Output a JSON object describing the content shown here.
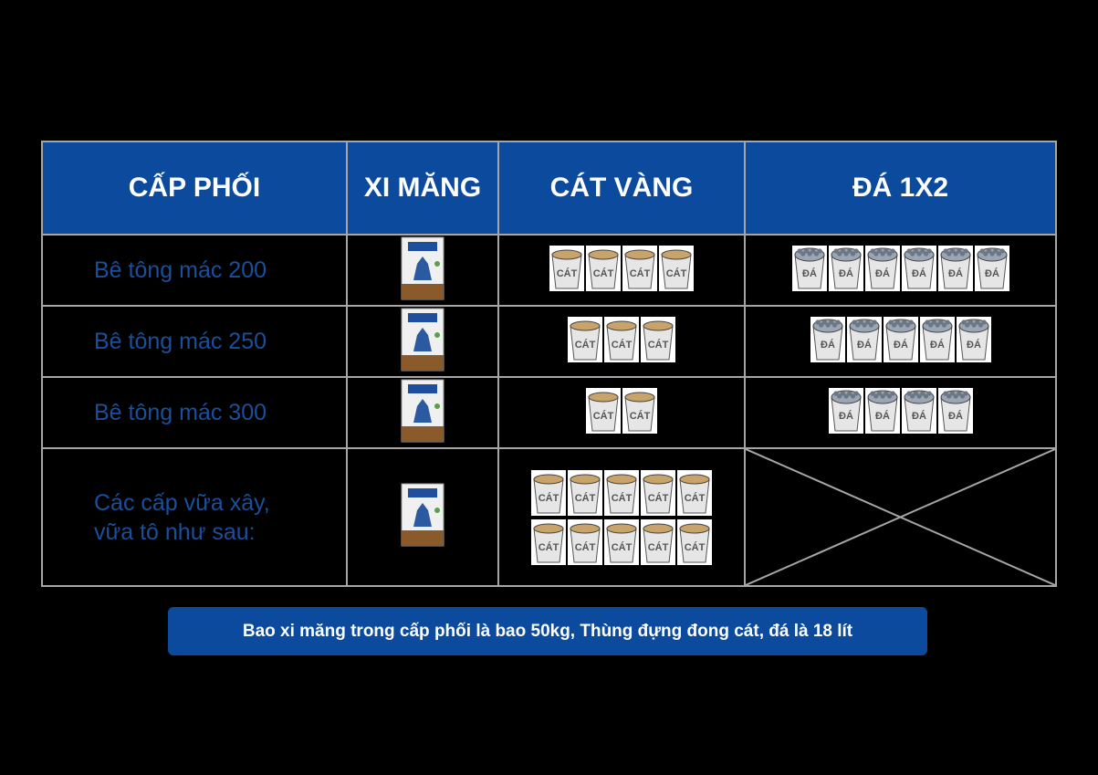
{
  "headers": [
    "CẤP PHỐI",
    "XI MĂNG",
    "CÁT VÀNG",
    "ĐÁ 1X2"
  ],
  "bucket_labels": {
    "sand": "CÁT",
    "stone": "ĐÁ"
  },
  "rows": [
    {
      "label": "Bê tông mác 200",
      "cement_bags": 1,
      "sand_buckets": 4,
      "stone_buckets": 6
    },
    {
      "label": "Bê tông mác 250",
      "cement_bags": 1,
      "sand_buckets": 3,
      "stone_buckets": 5
    },
    {
      "label": "Bê tông mác 300",
      "cement_bags": 1,
      "sand_buckets": 2,
      "stone_buckets": 4
    },
    {
      "label": "Các cấp vữa xây,\nvữa tô như sau:",
      "cement_bags": 1,
      "sand_buckets": 10,
      "stone_buckets": 0
    }
  ],
  "note": "Bao xi măng trong cấp phối là bao 50kg, Thùng đựng đong cát, đá là 18 lít",
  "colors": {
    "header_bg": "#0b4a9c",
    "label_text": "#1a4f9c",
    "border": "#a6a6a6",
    "sand": "#c8a46a",
    "stone": "#9aa6b4"
  }
}
